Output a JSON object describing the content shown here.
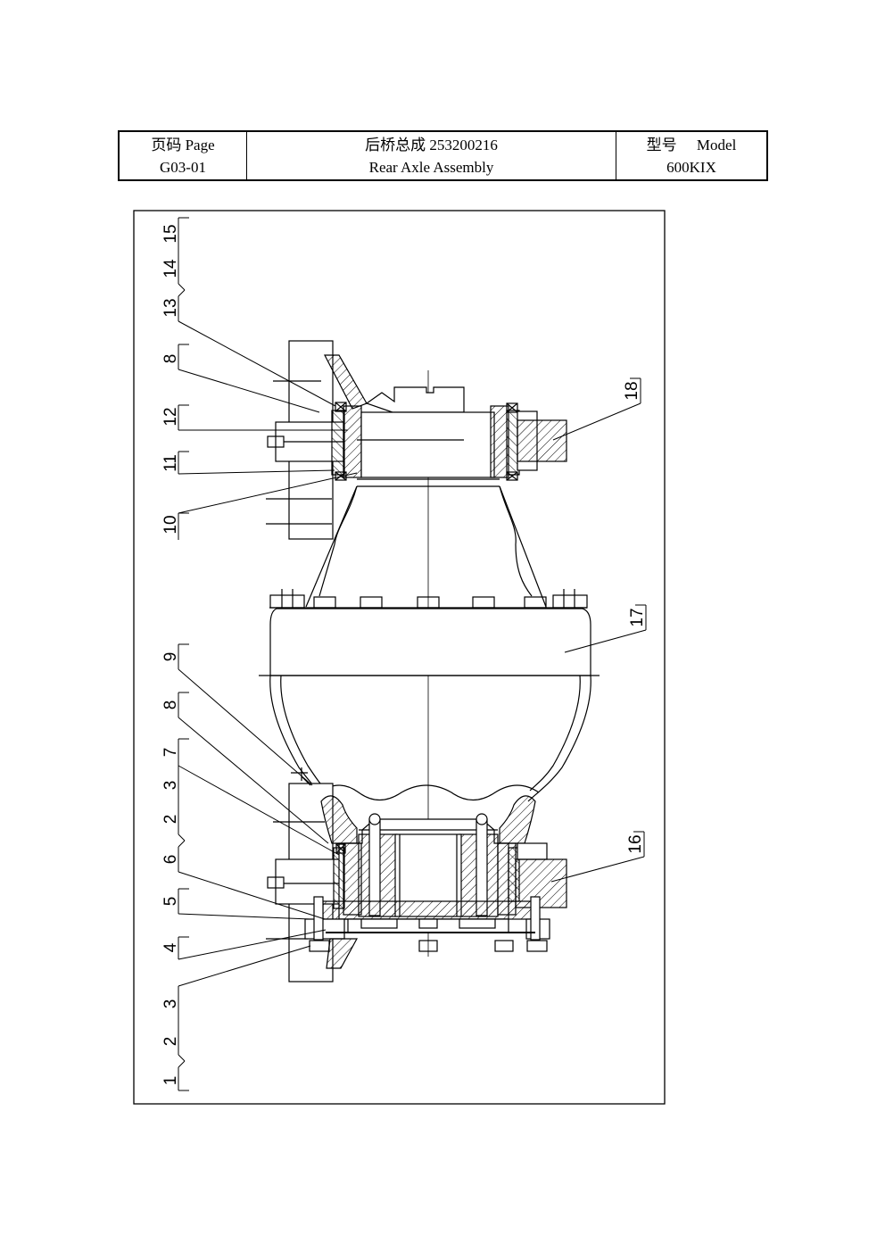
{
  "header": {
    "page_label": "页码 Page",
    "page_number": "G03-01",
    "title_cn": "后桥总成 253200216",
    "title_en": "Rear Axle Assembly",
    "model_label_cn": "型号",
    "model_label_en": "Model",
    "model_value": "600KIX"
  },
  "callouts_left": [
    "15",
    "14",
    "13",
    "8",
    "12",
    "11",
    "10",
    "9",
    "8",
    "7",
    "3",
    "2",
    "6",
    "5",
    "4",
    "3",
    "2",
    "1"
  ],
  "callouts_right": [
    "18",
    "17",
    "16"
  ]
}
